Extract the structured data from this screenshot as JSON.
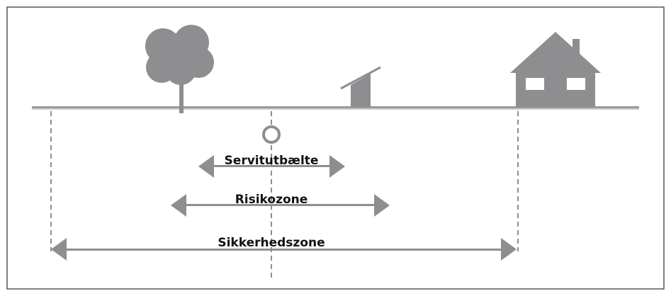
{
  "colors": {
    "figure": "#8e8e90",
    "ground": "#9a9a9c",
    "text": "#111111",
    "border": "#555555"
  },
  "zones": [
    {
      "label": "Servitutbælte"
    },
    {
      "label": "Risikozone"
    },
    {
      "label": "Sikkerhedszone"
    }
  ]
}
